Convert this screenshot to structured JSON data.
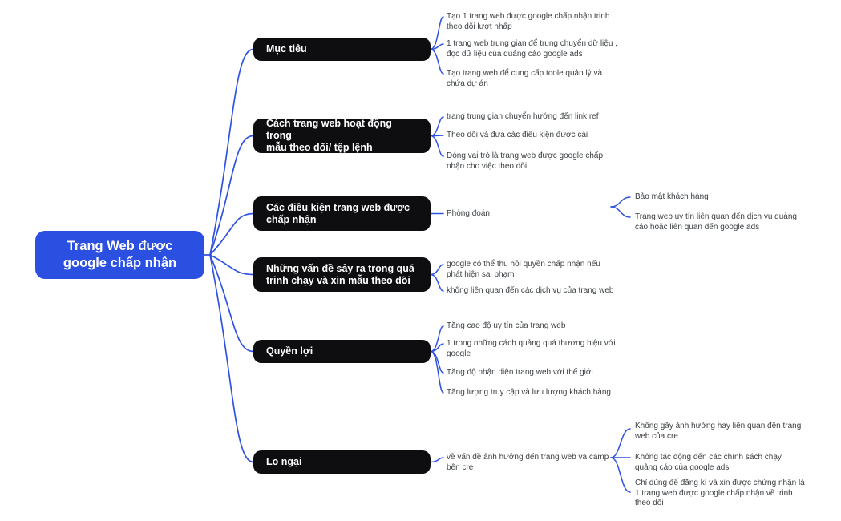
{
  "colors": {
    "root_fill": "#2b4fe1",
    "branch_fill": "#0e0e10",
    "line": "#2e52e2",
    "leaf_text": "#3c4043",
    "node_text": "#ffffff",
    "background": "#ffffff"
  },
  "root": {
    "label": "Trang Web được\ngoogle chấp nhận"
  },
  "branches": [
    {
      "label": "Mục tiêu",
      "children": [
        {
          "text": "Tạo 1 trang web được google chấp nhận trinh\ntheo dõi lượt nhấp"
        },
        {
          "text": "1 trang web trung gian để trung chuyển dữ liệu ,\nđọc dữ liệu của quảng cáo google ads"
        },
        {
          "text": "Tạo trang web để cung cấp toole quản lý và\nchứa dự án"
        }
      ]
    },
    {
      "label": "Cách trang web hoạt động trong\nmẫu theo dõi/ tệp lệnh",
      "children": [
        {
          "text": "trang trung gian chuyển hướng đến link ref"
        },
        {
          "text": "Theo dõi và đưa các điều kiện được cài"
        },
        {
          "text": "Đóng vai trò là trang web được google chấp\nnhận cho việc theo dõi"
        }
      ]
    },
    {
      "label": "Các điều kiện trang web được\nchấp nhận",
      "children": [
        {
          "text": "Phòng đoán",
          "children": [
            {
              "text": "Bảo mật khách hàng"
            },
            {
              "text": "Trang web uy tín liên quan đến dịch vụ quảng\ncáo hoặc liên quan đến google ads"
            }
          ]
        }
      ]
    },
    {
      "label": "Những vấn đề sảy ra trong quá\ntrinh chạy và xin mẫu theo dõi",
      "children": [
        {
          "text": "google có thể thu hồi quyền chấp nhận nếu\nphát hiện sai phạm"
        },
        {
          "text": "không liên quan đến các dịch vụ của trang web"
        }
      ]
    },
    {
      "label": "Quyền lợi",
      "children": [
        {
          "text": "Tăng cao độ uy tín của trang web"
        },
        {
          "text": "1 trong những cách quảng quá thương hiệu với\ngoogle"
        },
        {
          "text": "Tăng độ nhận diện trang web với thế giới"
        },
        {
          "text": "Tăng lượng truy cập và lưu lượng khách hàng"
        }
      ]
    },
    {
      "label": "Lo ngại",
      "children": [
        {
          "text": "về vấn đề ảnh hưởng đến trang web và camp\nbên cre",
          "children": [
            {
              "text": "Không gây ảnh hưởng hay liên quan đến trang\nweb của cre"
            },
            {
              "text": "Không tác động đến các chính sách chạy\nquảng cáo của google ads"
            },
            {
              "text": "Chỉ dùng để đăng kí và xin được chứng nhận là\n1 trang web được google chấp nhận về trinh\ntheo dõi"
            }
          ]
        }
      ]
    }
  ]
}
